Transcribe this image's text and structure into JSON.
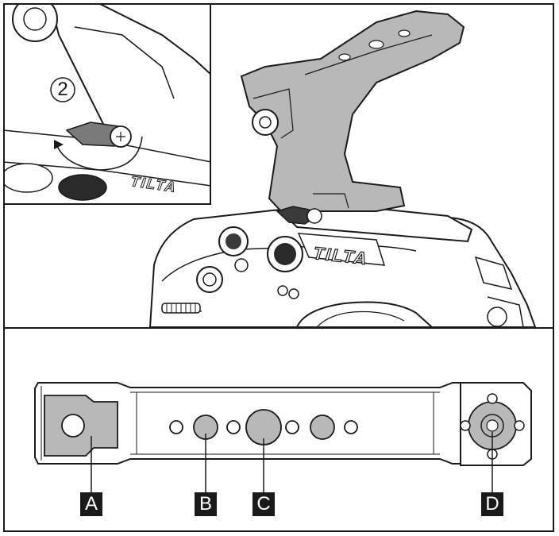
{
  "step_marker": "2",
  "brand_mark": "TILTA",
  "parts": [
    {
      "key": "A",
      "label": "A"
    },
    {
      "key": "B",
      "label": "B"
    },
    {
      "key": "C",
      "label": "C"
    },
    {
      "key": "D",
      "label": "D"
    }
  ],
  "colors": {
    "line": "#1a1a1a",
    "part_fill": "#b8b8b8",
    "label_bg": "#1a1a1a",
    "label_text": "#ffffff"
  }
}
